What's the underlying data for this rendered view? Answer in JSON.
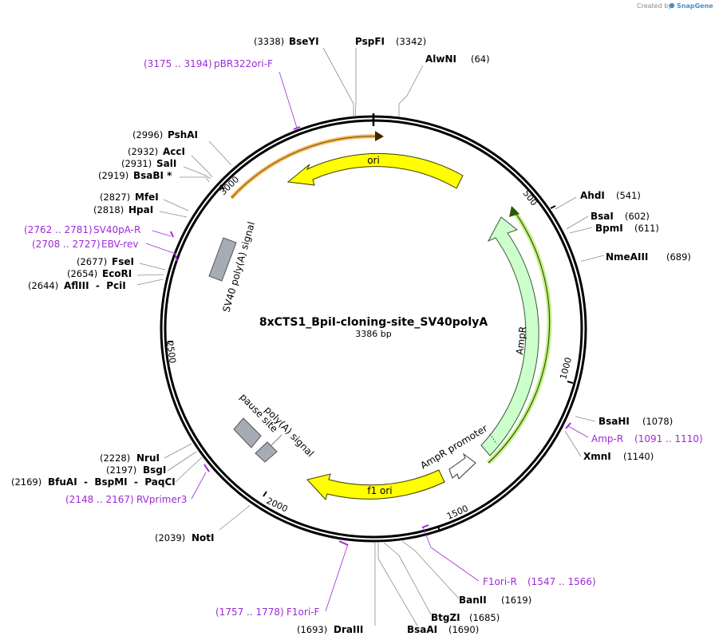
{
  "credit": {
    "created_by": "Created by",
    "brand": "SnapGene"
  },
  "plasmid": {
    "name": "8xCTS1_BpiI-cloning-site_SV40polyA",
    "size": "3386 bp"
  },
  "ticks": [
    "500",
    "1000",
    "1500",
    "2000",
    "2500",
    "3000"
  ],
  "enzymes": [
    {
      "id": "bseyi",
      "pos": "(3338)",
      "name": "BseYI"
    },
    {
      "id": "pspfi",
      "pos": "(3342)",
      "name": "PspFI"
    },
    {
      "id": "alwni",
      "pos": "(64)",
      "name": "AlwNI"
    },
    {
      "id": "pshai",
      "pos": "(2996)",
      "name": "PshAI"
    },
    {
      "id": "acci",
      "pos": "(2932)",
      "name": "AccI"
    },
    {
      "id": "sali",
      "pos": "(2931)",
      "name": "SalI"
    },
    {
      "id": "bsabi",
      "pos": "(2919)",
      "name": "BsaBI *"
    },
    {
      "id": "mfei",
      "pos": "(2827)",
      "name": "MfeI"
    },
    {
      "id": "hpai",
      "pos": "(2818)",
      "name": "HpaI"
    },
    {
      "id": "fsei",
      "pos": "(2677)",
      "name": "FseI"
    },
    {
      "id": "ecori",
      "pos": "(2654)",
      "name": "EcoRI"
    },
    {
      "id": "afliii",
      "pos": "(2644)",
      "name": "AflIII  -  PciI"
    },
    {
      "id": "ahdi",
      "pos": "(541)",
      "name": "AhdI"
    },
    {
      "id": "bsai",
      "pos": "(602)",
      "name": "BsaI"
    },
    {
      "id": "bpmi",
      "pos": "(611)",
      "name": "BpmI"
    },
    {
      "id": "nmeaiii",
      "pos": "(689)",
      "name": "NmeAIII"
    },
    {
      "id": "bsahi",
      "pos": "(1078)",
      "name": "BsaHI"
    },
    {
      "id": "xmni",
      "pos": "(1140)",
      "name": "XmnI"
    },
    {
      "id": "nrui",
      "pos": "(2228)",
      "name": "NruI"
    },
    {
      "id": "bsgi",
      "pos": "(2197)",
      "name": "BsgI"
    },
    {
      "id": "bfuai",
      "pos": "(2169)",
      "name": "BfuAI  -  BspMI  -  PaqCI"
    },
    {
      "id": "noti",
      "pos": "(2039)",
      "name": "NotI"
    },
    {
      "id": "banii",
      "pos": "(1619)",
      "name": "BanII"
    },
    {
      "id": "btgzi",
      "pos": "(1685)",
      "name": "BtgZI"
    },
    {
      "id": "bsaai",
      "pos": "(1690)",
      "name": "BsaAI"
    },
    {
      "id": "draiii",
      "pos": "(1693)",
      "name": "DraIII"
    }
  ],
  "primers": [
    {
      "id": "pbr322ori",
      "range": "(3175 .. 3194)",
      "name": "pBR322ori-F"
    },
    {
      "id": "sv40pa",
      "range": "(2762 .. 2781)",
      "name": "SV40pA-R"
    },
    {
      "id": "ebvrev",
      "range": "(2708 .. 2727)",
      "name": "EBV-rev"
    },
    {
      "id": "ampr",
      "range": "(1091 .. 1110)",
      "name": "Amp-R"
    },
    {
      "id": "rvprimer3",
      "range": "(2148 .. 2167)",
      "name": "RVprimer3"
    },
    {
      "id": "f1orir",
      "range": "(1547 .. 1566)",
      "name": "F1ori-R"
    },
    {
      "id": "f1orif",
      "range": "(1757 .. 1778)",
      "name": "F1ori-F"
    }
  ],
  "features": {
    "ori": "ori",
    "ampr": "AmpR",
    "ampr_promoter": "AmpR promoter",
    "f1_ori": "f1 ori",
    "sv40_polya": "SV40 poly(A) signal",
    "polya_signal": "poly(A) signal",
    "pause_site": "pause site"
  },
  "colors": {
    "ori": "#ffff00",
    "ampr": "#ccffcc",
    "f1_ori": "#ffff00",
    "terminator": "#a6acb3",
    "primer": "#9c2bd6",
    "ori_highlight": "#f5b95f",
    "ampr_highlight": "#c6f08a"
  }
}
